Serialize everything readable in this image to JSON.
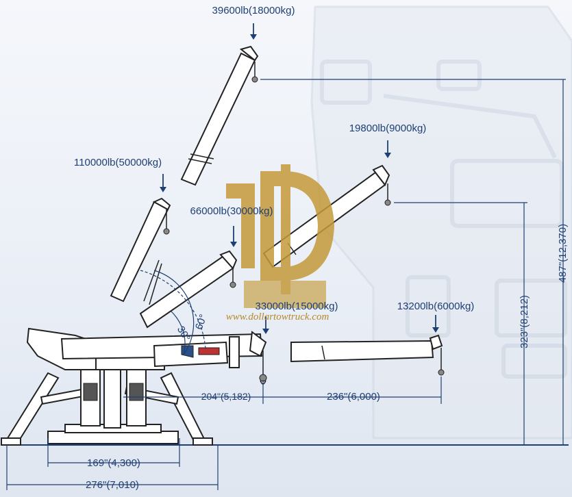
{
  "loads": {
    "max_elevated": "39600lb(18000kg)",
    "mid_elevated": "19800lb(9000kg)",
    "full_angle": "110000lb(50000kg)",
    "mid_angle": "66000lb(30000kg)",
    "horizontal_retracted": "33000lb(15000kg)",
    "horizontal_extended": "13200lb(6000kg)"
  },
  "angles": {
    "a1": "30°",
    "a2": "60°"
  },
  "dimensions": {
    "retracted_reach": "204\"(5,182)",
    "extension": "236\"(6,000)",
    "outrigger_span": "169\"(4,300)",
    "overall_length": "276\"(7,010)",
    "height_mid": "323\"(8,212)",
    "height_max": "487\"(12,370)"
  },
  "watermark": {
    "url": "www.dollartowtruck.com"
  },
  "colors": {
    "label": "#1e3f73",
    "line": "#222222",
    "watermark": "#b58a2a"
  }
}
